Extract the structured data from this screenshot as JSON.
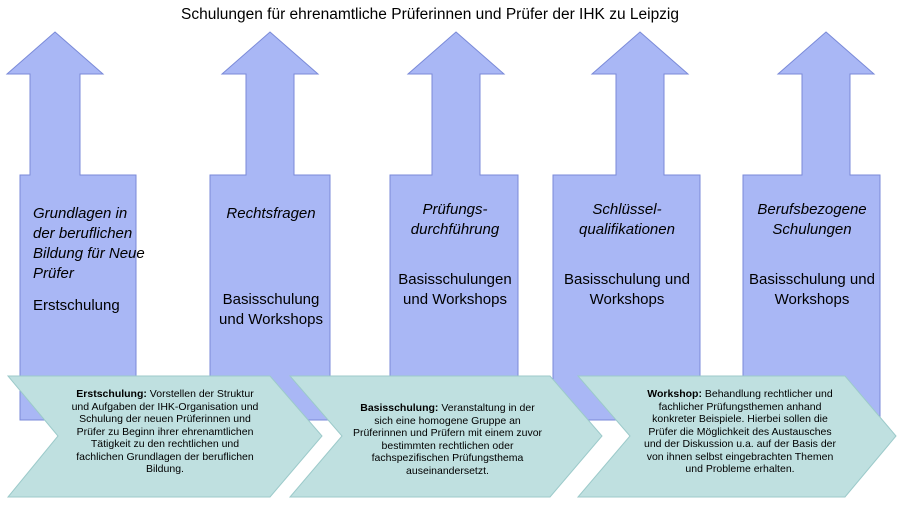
{
  "title": "Schulungen für ehrenamtliche Prüferinnen und Prüfer der IHK zu Leipzig",
  "colors": {
    "arrow_fill": "#a9b7f5",
    "arrow_stroke": "#7a8ad8",
    "chevron_fill": "#bfe0e0",
    "chevron_stroke": "#9ccaca"
  },
  "columns": [
    {
      "topic": "Grundlagen in der beruflichen Bildung für Neue Prüfer",
      "kind": "Erstschulung"
    },
    {
      "topic": "Rechtsfragen",
      "kind": "Basisschulung und Workshops"
    },
    {
      "topic": "Prüfungs-durchführung",
      "kind": "Basisschulungen und Workshops"
    },
    {
      "topic": "Schlüssel-qualifikationen",
      "kind": "Basisschulung und Workshops"
    },
    {
      "topic": "Berufsbezogene Schulungen",
      "kind": "Basisschulung und Workshops"
    }
  ],
  "definitions": [
    {
      "term": "Erstschulung:",
      "text": " Vorstellen der Struktur und Aufgaben der IHK-Organisation und Schulung der neuen Prüferinnen und Prüfer zu Beginn ihrer ehrenamtlichen Tätigkeit zu den rechtlichen und fachlichen Grundlagen der beruflichen Bildung."
    },
    {
      "term": "Basisschulung:",
      "text": " Veranstaltung in der sich eine homogene Gruppe  an Prüferinnen und Prüfern mit einem zuvor bestimmten rechtlichen oder fachspezifischen Prüfungsthema auseinandersetzt."
    },
    {
      "term": "Workshop:",
      "text": " Behandlung rechtlicher und fachlicher Prüfungsthemen anhand  konkreter Beispiele. Hierbei sollen die Prüfer die Möglichkeit des Austausches und der Diskussion u.a.  auf der Basis der von ihnen selbst eingebrachten Themen und Probleme erhalten."
    }
  ]
}
